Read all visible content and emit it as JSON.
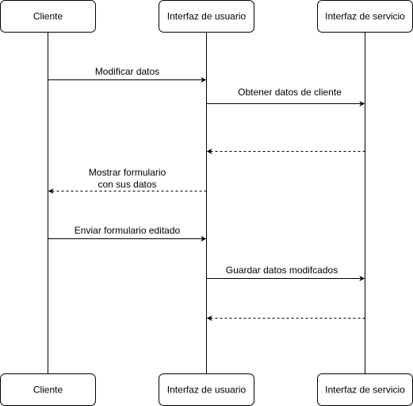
{
  "actors": [
    {
      "id": "cliente",
      "label": "Cliente"
    },
    {
      "id": "ui",
      "label": "Interfaz de usuario"
    },
    {
      "id": "servicio",
      "label": "Interfaz de servicio"
    }
  ],
  "messages": [
    {
      "from": "cliente",
      "to": "ui",
      "style": "solid",
      "label_lines": [
        "Modificar datos"
      ]
    },
    {
      "from": "ui",
      "to": "servicio",
      "style": "solid",
      "label_lines": [
        "Obtener datos de cliente"
      ]
    },
    {
      "from": "servicio",
      "to": "ui",
      "style": "dashed",
      "label_lines": []
    },
    {
      "from": "ui",
      "to": "cliente",
      "style": "dashed",
      "label_lines": [
        "Mostrar formulario",
        "con sus datos"
      ]
    },
    {
      "from": "cliente",
      "to": "ui",
      "style": "solid",
      "label_lines": [
        "Enviar formulario editado"
      ]
    },
    {
      "from": "ui",
      "to": "servicio",
      "style": "solid",
      "label_lines": [
        "Guardar datos modifcados"
      ]
    },
    {
      "from": "servicio",
      "to": "ui",
      "style": "dashed",
      "label_lines": []
    }
  ]
}
